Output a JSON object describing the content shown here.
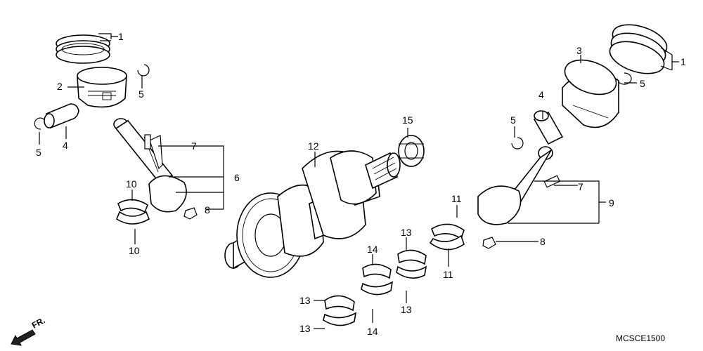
{
  "diagram": {
    "code": "MCSCE1500",
    "direction_label": "FR.",
    "callouts": {
      "c1a": "1",
      "c1b": "1",
      "c2": "2",
      "c3": "3",
      "c4a": "4",
      "c4b": "4",
      "c5a": "5",
      "c5b": "5",
      "c5c": "5",
      "c5d": "5",
      "c6": "6",
      "c7a": "7",
      "c7b": "7",
      "c8a": "8",
      "c8b": "8",
      "c9": "9",
      "c10a": "10",
      "c10b": "10",
      "c11a": "11",
      "c11b": "11",
      "c12": "12",
      "c13a": "13",
      "c13b": "13",
      "c13c": "13",
      "c13d": "13",
      "c14a": "14",
      "c14b": "14",
      "c15": "15"
    }
  }
}
